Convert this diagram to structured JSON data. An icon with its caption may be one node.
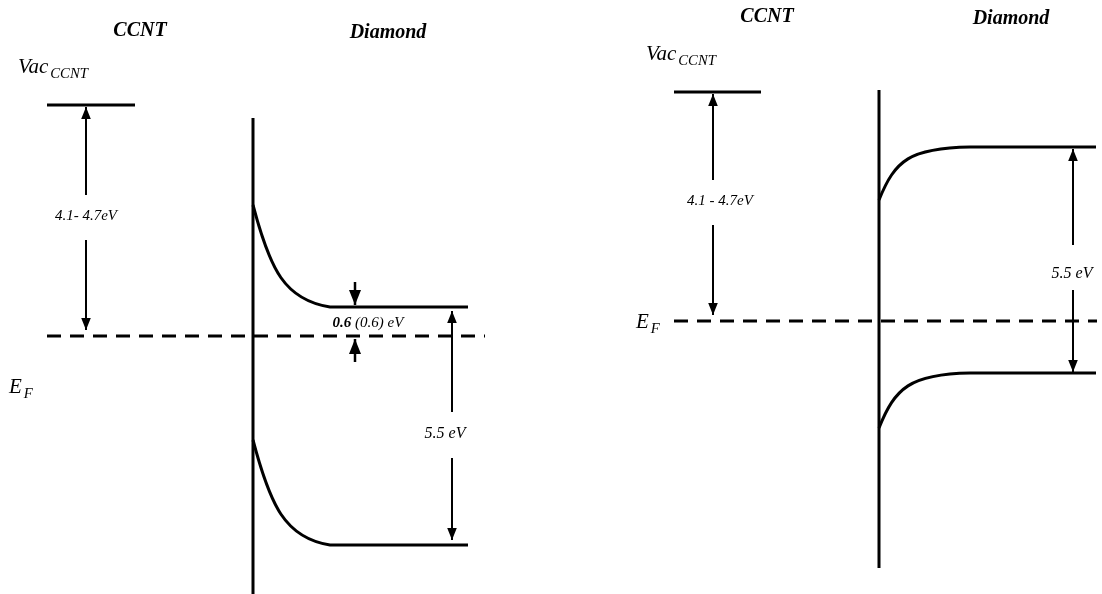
{
  "diagram": {
    "labels": [
      "CCNT",
      "Diamond",
      "Vac$_{CCNT}$",
      "4.1- 4.7eV",
      "**0.6** (0.6) eV",
      "E$_{F}$",
      "5.5 eV",
      "CCNT",
      "Diamond",
      "Vac$_{CCNT}$",
      "4.1 - 4.7eV",
      "E$_{F}$",
      "5.5 eV"
    ]
  }
}
